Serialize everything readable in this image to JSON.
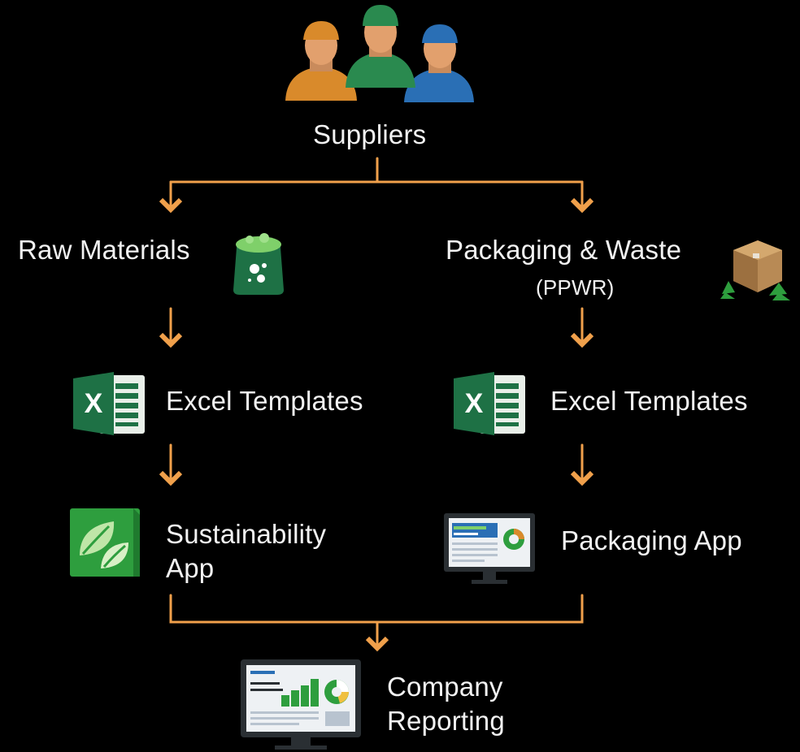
{
  "colors": {
    "background": "#000000",
    "arrow": "#f0a04b",
    "text": "#f2f2f2",
    "excel_green": "#1e7145",
    "leaf_green": "#2e9e3e",
    "person_orange": "#d98a2b",
    "person_green": "#2a8a4f",
    "person_blue": "#2a6fb5"
  },
  "nodes": {
    "suppliers": {
      "label": "Suppliers",
      "icon": "people-group-icon"
    },
    "raw_materials": {
      "label": "Raw Materials",
      "icon": "material-sack-icon"
    },
    "packaging": {
      "label": "Packaging & Waste",
      "sublabel": "(PPWR)",
      "icon": "box-recycle-icon"
    },
    "excel_left": {
      "label": "Excel Templates",
      "icon": "excel-icon"
    },
    "excel_right": {
      "label": "Excel Templates",
      "icon": "excel-icon"
    },
    "sustainability": {
      "label_line1": "Sustainability",
      "label_line2": "App",
      "icon": "leaf-app-icon"
    },
    "packaging_app": {
      "label": "Packaging App",
      "icon": "dashboard-monitor-icon"
    },
    "company": {
      "label_line1": "Company",
      "label_line2": "Reporting",
      "icon": "report-monitor-icon"
    }
  }
}
